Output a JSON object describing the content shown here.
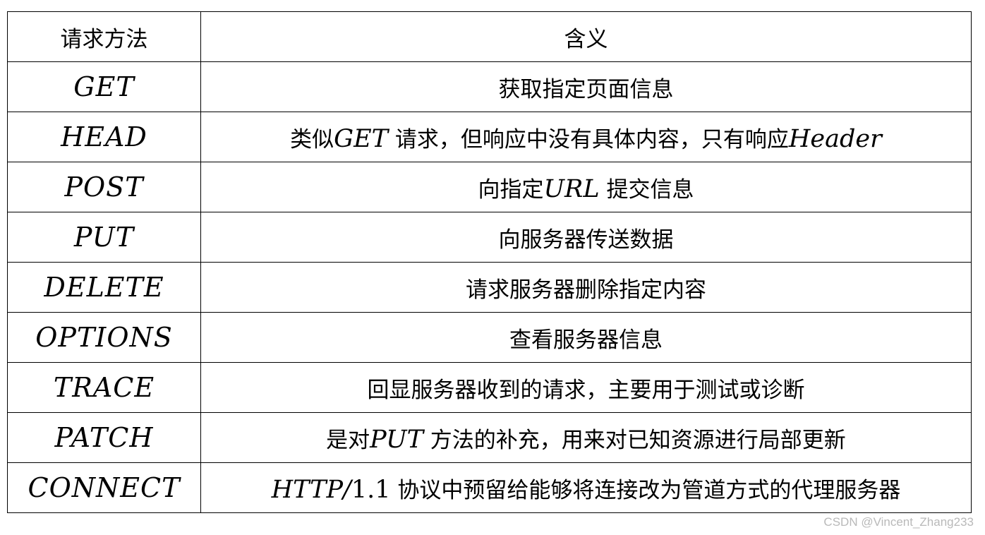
{
  "table": {
    "headers": {
      "method": "请求方法",
      "meaning": "含义"
    },
    "rows": [
      {
        "method": "GET",
        "meaning": [
          {
            "t": "获取指定页面信息"
          }
        ]
      },
      {
        "method": "HEAD",
        "meaning": [
          {
            "t": "类似"
          },
          {
            "t": "GET",
            "m": true
          },
          {
            "t": " 请求，但响应中没有具体内容，只有响应"
          },
          {
            "t": "Header",
            "m": true
          }
        ]
      },
      {
        "method": "POST",
        "meaning": [
          {
            "t": "向指定"
          },
          {
            "t": "URL",
            "m": true
          },
          {
            "t": " 提交信息"
          }
        ]
      },
      {
        "method": "PUT",
        "meaning": [
          {
            "t": "向服务器传送数据"
          }
        ]
      },
      {
        "method": "DELETE",
        "meaning": [
          {
            "t": "请求服务器删除指定内容"
          }
        ]
      },
      {
        "method": "OPTIONS",
        "meaning": [
          {
            "t": "查看服务器信息"
          }
        ]
      },
      {
        "method": "TRACE",
        "meaning": [
          {
            "t": "回显服务器收到的请求，主要用于测试或诊断"
          }
        ]
      },
      {
        "method": "PATCH",
        "meaning": [
          {
            "t": "是对"
          },
          {
            "t": "PUT",
            "m": true
          },
          {
            "t": " 方法的补充，用来对已知资源进行局部更新"
          }
        ]
      },
      {
        "method": "CONNECT",
        "meaning": [
          {
            "t": "HTTP/",
            "m": true
          },
          {
            "t": "1.1",
            "n": true
          },
          {
            "t": " 协议中预留给能够将连接改为管道方式的代理服务器"
          }
        ]
      }
    ]
  },
  "watermark": "CSDN @Vincent_Zhang233"
}
